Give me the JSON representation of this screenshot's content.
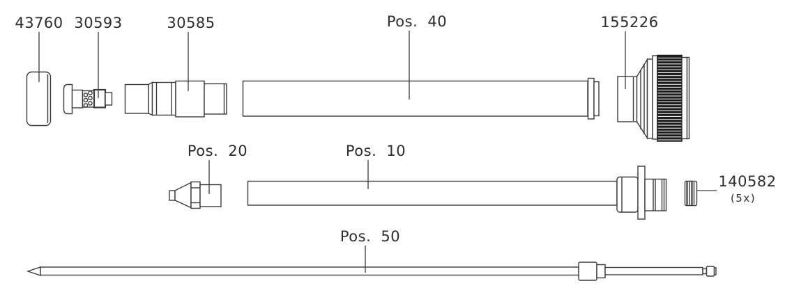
{
  "diagram": {
    "background_color": "#ffffff",
    "line_color": "#3a3a3a",
    "knurl_color": "#1a1a1a",
    "parts": {
      "cap": {
        "label": "43760"
      },
      "valve": {
        "label": "30593"
      },
      "adapter": {
        "label": "30585"
      },
      "outer_tube": {
        "label": "Pos. 40"
      },
      "coupling_wheel": {
        "label": "155226"
      },
      "nozzle_tip": {
        "label": "Pos. 20"
      },
      "inner_tube": {
        "label": "Pos. 10"
      },
      "seal_cap": {
        "label": "140582",
        "quantity": "(5x)"
      },
      "stylet_rod": {
        "label": "Pos. 50"
      }
    }
  }
}
